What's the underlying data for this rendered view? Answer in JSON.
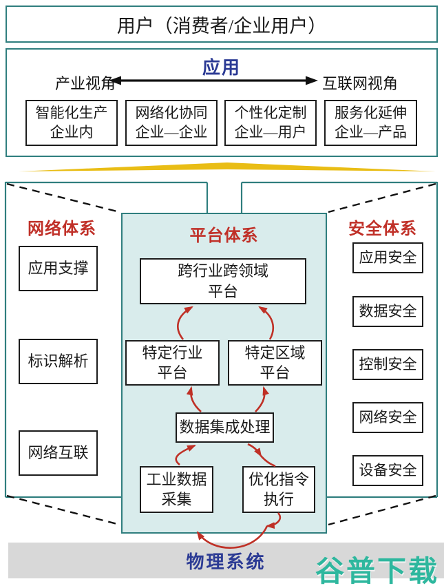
{
  "header": {
    "title": "用户（消费者/企业用户）"
  },
  "application": {
    "label": "应用",
    "left_view": "产业视角",
    "right_view": "互联网视角",
    "boxes": [
      {
        "line1": "智能化生产",
        "line2": "企业内"
      },
      {
        "line1": "网络化协同",
        "line2": "企业—企业"
      },
      {
        "line1": "个性化定制",
        "line2": "企业—用户"
      },
      {
        "line1": "服务化延伸",
        "line2": "企业—产品"
      }
    ]
  },
  "network": {
    "label": "网络体系",
    "boxes": [
      "应用支撑",
      "标识解析",
      "网络互联"
    ]
  },
  "platform": {
    "label": "平台体系",
    "cross_industry_box": {
      "line1": "跨行业跨领域",
      "line2": "平台"
    },
    "industry_box": {
      "line1": "特定行业",
      "line2": "平台"
    },
    "region_box": {
      "line1": "特定区域",
      "line2": "平台"
    },
    "data_processing_box": "数据集成处理",
    "collection_box": {
      "line1": "工业数据",
      "line2": "采集"
    },
    "execution_box": {
      "line1": "优化指令",
      "line2": "执行"
    }
  },
  "security": {
    "label": "安全体系",
    "boxes": [
      "应用安全",
      "数据安全",
      "控制安全",
      "网络安全",
      "设备安全"
    ]
  },
  "physical": {
    "label": "物理系统"
  },
  "watermark": "谷普下载",
  "colors": {
    "frame_teal": "#2f7e7e",
    "platform_fill": "#d9ecec",
    "heading_red": "#c03028",
    "text_navy": "#2b3a94",
    "arrow_red": "#bf3026",
    "divider_yellow": "#e9bd15",
    "band_gray": "#d8d8d8",
    "watermark_green": "#2eb79e"
  }
}
